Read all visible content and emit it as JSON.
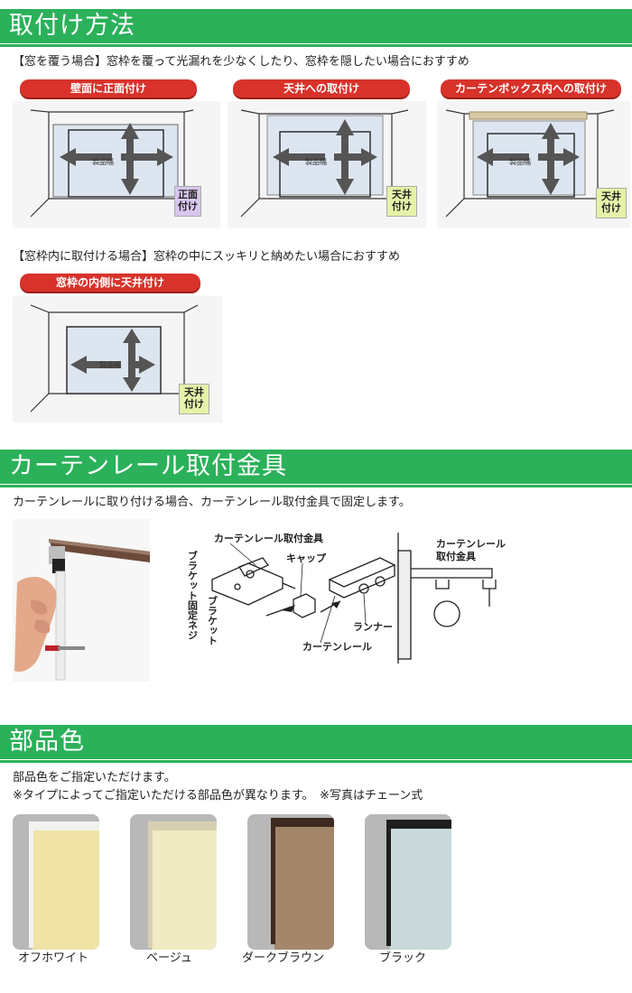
{
  "section1": {
    "title": "取付け方法",
    "cover_note": "【窓を覆う場合】窓枠を覆って光漏れを少なくしたり、窓枠を隠したい場合におすすめ",
    "diagrams": [
      {
        "header": "壁面に正面付け",
        "arrow_label": "製品幅",
        "tag": "正面\n付け",
        "tag_color": "#d8c6ee"
      },
      {
        "header": "天井への取付け",
        "arrow_label": "製品幅",
        "tag": "天井\n付け",
        "tag_color": "#e6f2a8"
      },
      {
        "header": "カーテンボックス内への取付け",
        "arrow_label": "製品幅",
        "tag": "天井\n付け",
        "tag_color": "#e6f2a8"
      }
    ],
    "inside_note": "【窓枠内に取付ける場合】窓枠の中にスッキリと納めたい場合におすすめ",
    "inside_diagram": {
      "header": "窓枠の内側に天井付け",
      "arrow_label": "製品幅",
      "tag": "天井\n付け",
      "tag_color": "#e6f2a8"
    }
  },
  "section2": {
    "title": "カーテンレール取付金具",
    "note": "カーテンレールに取り付ける場合、カーテンレール取付金具で固定します。",
    "labels": {
      "bracket_fitting": "カーテンレール取付金具",
      "cap": "キャップ",
      "bracket_screw": "ブラケット固定ネジ",
      "bracket": "ブラケット",
      "runner": "ランナー",
      "curtain_rail": "カーテンレール",
      "right_fitting_1": "カーテンレール",
      "right_fitting_2": "取付金具"
    }
  },
  "section3": {
    "title": "部品色",
    "note1": "部品色をご指定いただけます。",
    "note2": "※タイプによってご指定いただける部品色が異なります。　※写真はチェーン式",
    "swatches": [
      {
        "name": "オフホワイト",
        "color": "#efe3a6",
        "hardware": "#f2f2ee"
      },
      {
        "name": "ベージュ",
        "color": "#f1ebc3",
        "hardware": "#d8cfb2"
      },
      {
        "name": "ダークブラウン",
        "color": "#a4876b",
        "hardware": "#3e2a20"
      },
      {
        "name": "ブラック",
        "color": "#c9d9d9",
        "hardware": "#1e1e1e"
      }
    ]
  }
}
